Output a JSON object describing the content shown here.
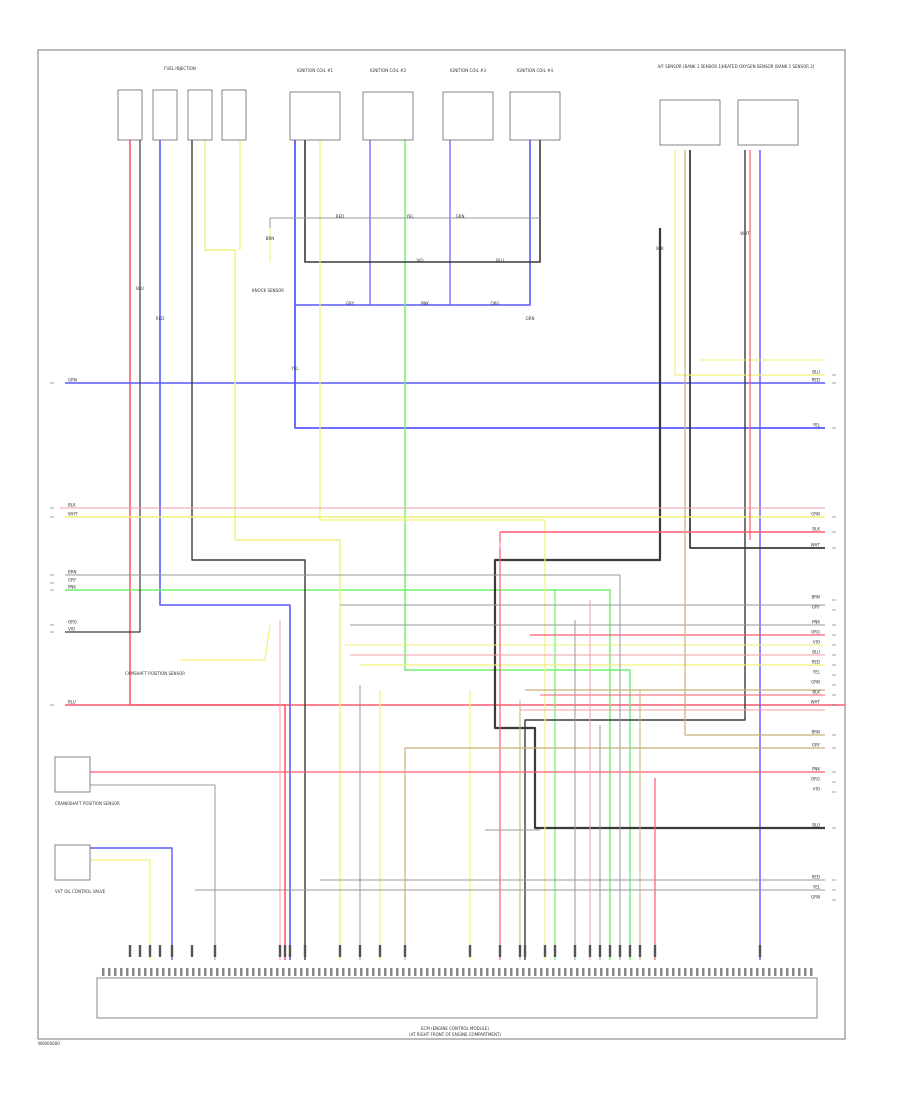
{
  "diagram": {
    "footer_code": "W0000000",
    "ecm": {
      "title": "ECM (ENGINE CONTROL MODULE)",
      "subtitle": "(AT RIGHT FRONT OF ENGINE COMPARTMENT)"
    },
    "top_components": [
      "FUEL INJECTION",
      "IGNITION COIL #1",
      "IGNITION COIL #2",
      "IGNITION COIL #3",
      "IGNITION COIL #4",
      "A/F SENSOR (BANK 1 SENSOR 1)",
      "HEATED OXYGEN SENSOR (BANK 1 SENSOR 2)"
    ],
    "mid_components": [
      "KNOCK SENSOR",
      "CAMSHAFT POSITION SENSOR"
    ],
    "left_components": [
      "CRANKSHAFT POSITION SENSOR",
      "VVT OIL CONTROL VALVE"
    ],
    "wire_labels": [
      "BLU",
      "RED",
      "YEL",
      "GRN",
      "BLK",
      "WHT",
      "BRN",
      "GRY",
      "PNK",
      "ORG",
      "VIO"
    ],
    "colors": {
      "red": "#ff5a6e",
      "blue": "#5a5aff",
      "yellow": "#f2f07a",
      "green": "#6ef06e",
      "black": "#3a3a3a",
      "gray": "#9a9a9a",
      "pink": "#f0a0a8",
      "tan": "#c8b078",
      "frame": "#777777"
    }
  }
}
